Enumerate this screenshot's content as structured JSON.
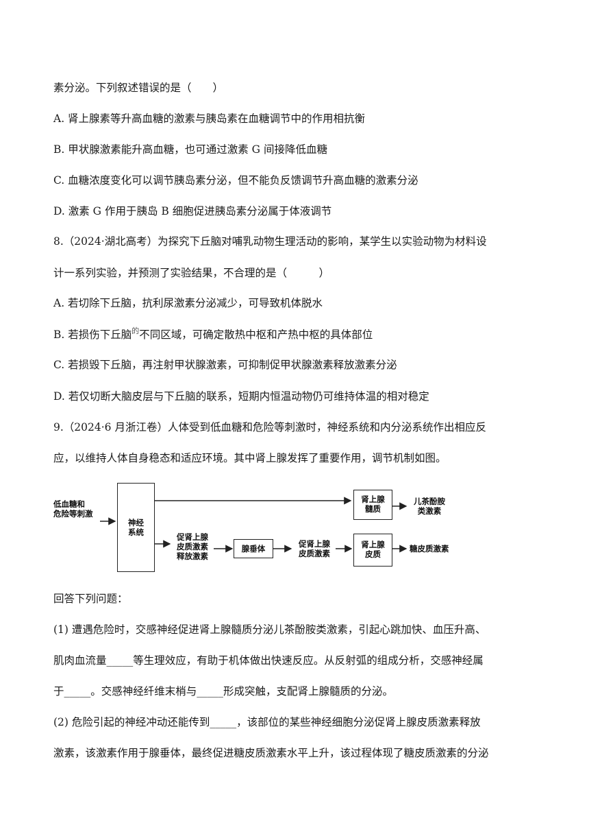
{
  "lines": [
    "素分泌。下列叙述错误的是（　　）",
    "A. 肾上腺素等升高血糖的激素与胰岛素在血糖调节中的作用相抗衡",
    "B. 甲状腺激素能升高血糖，也可通过激素 G 间接降低血糖",
    "C. 血糖浓度变化可以调节胰岛素分泌，但不能负反馈调节升高血糖的激素分泌",
    "D. 激素 G 作用于胰岛 B 细胞促进胰岛素分泌属于体液调节",
    "8.（2024·湖北高考）为探究下丘脑对哺乳动物生理活动的影响，某学生以实验动物为材料设",
    "计一系列实验，并预测了实验结果，不合理的是（　　　）",
    "A. 若切除下丘脑，抗利尿激素分泌减少，可导致机体脱水",
    "B. 若损伤下丘脑",
    "不同区域，可确定散热中枢和产热中枢的具体部位",
    "C. 若损毁下丘脑，再注射甲状腺激素，可抑制促甲状腺激素释放激素分泌",
    "D. 若仅切断大脑皮层与下丘脑的联系，短期内恒温动物仍可维持体温的相对稳定",
    "9.（2024·6 月浙江卷）人体受到低血糖和危险等刺激时，神经系统和内分泌系统作出相应反",
    "应，以维持人体自身稳态和适应环境。其中肾上腺发挥了重要作用，调节机制如图。",
    "回答下列问题：",
    "(1) 遭遇危险时，交感神经促进肾上腺髓质分泌儿茶酚胺类激素，引起心跳加快、血压升高、",
    "肌肉血流量_____等生理效应，有助于机体做出快速反应。从反射弧的组成分析，交感神经属",
    "于_____。交感神经纤维末梢与_____形成突触，支配肾上腺髓质的分泌。",
    "(2) 危险引起的神经冲动还能传到_____，该部位的某些神经细胞分泌促肾上腺皮质激素释放",
    "激素，该激素作用于腺垂体，最终促进糖皮质激素水平上升，该过程体现了糖皮质激素的分泌"
  ],
  "sup_mark": "的",
  "diagram": {
    "stimulus": [
      "低血糖和",
      "危险等刺激"
    ],
    "nervous": [
      "神经",
      "系统"
    ],
    "crh": [
      "促肾上腺",
      "皮质激素",
      "释放激素"
    ],
    "pituitary": "腺垂体",
    "acth": [
      "促肾上腺",
      "皮质激素"
    ],
    "medulla": [
      "肾上腺",
      "髓质"
    ],
    "catecholamine": [
      "儿茶酚胺",
      "类激素"
    ],
    "cortex": [
      "肾上腺",
      "皮质"
    ],
    "glucocorticoid": "糖皮质激素"
  }
}
